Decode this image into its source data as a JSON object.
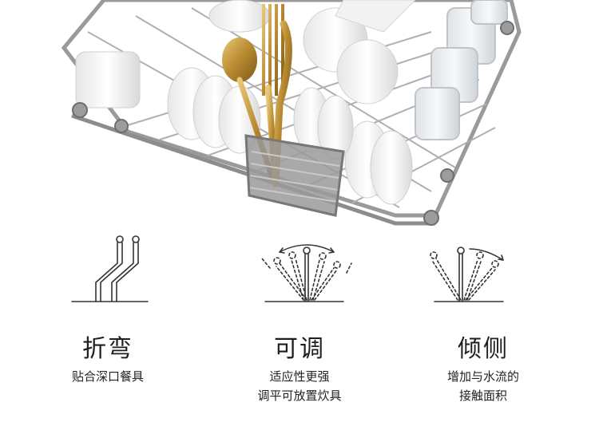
{
  "photo": {
    "subject": "dishwasher-basket-photo"
  },
  "features": [
    {
      "title": "折弯",
      "lines": [
        "贴合深口餐具"
      ],
      "icon": "bent-tines-icon"
    },
    {
      "title": "可调",
      "lines": [
        "适应性更强",
        "调平可放置炊具"
      ],
      "icon": "adjustable-tine-icon"
    },
    {
      "title": "倾侧",
      "lines": [
        "增加与水流的",
        "接触面积"
      ],
      "icon": "tilting-tine-icon"
    }
  ]
}
